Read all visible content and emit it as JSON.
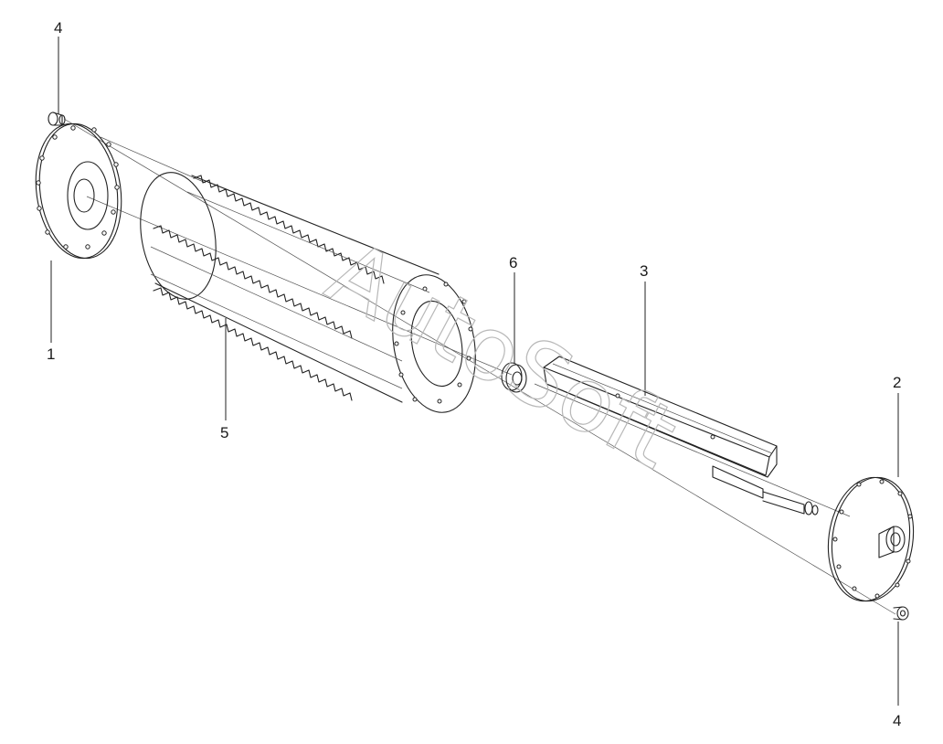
{
  "watermark": "AutoSoft",
  "callouts": {
    "c1": "1",
    "c2": "2",
    "c3": "3",
    "c4_top": "4",
    "c4_bottom": "4",
    "c5": "5",
    "c6": "6"
  },
  "parts": [
    {
      "ref": "1",
      "name": "end-flange-left"
    },
    {
      "ref": "2",
      "name": "end-flange-right-with-hub"
    },
    {
      "ref": "3",
      "name": "shaft-with-channel-bracket"
    },
    {
      "ref": "4",
      "name": "bolt"
    },
    {
      "ref": "5",
      "name": "toothed-drum"
    },
    {
      "ref": "6",
      "name": "bushing"
    }
  ]
}
